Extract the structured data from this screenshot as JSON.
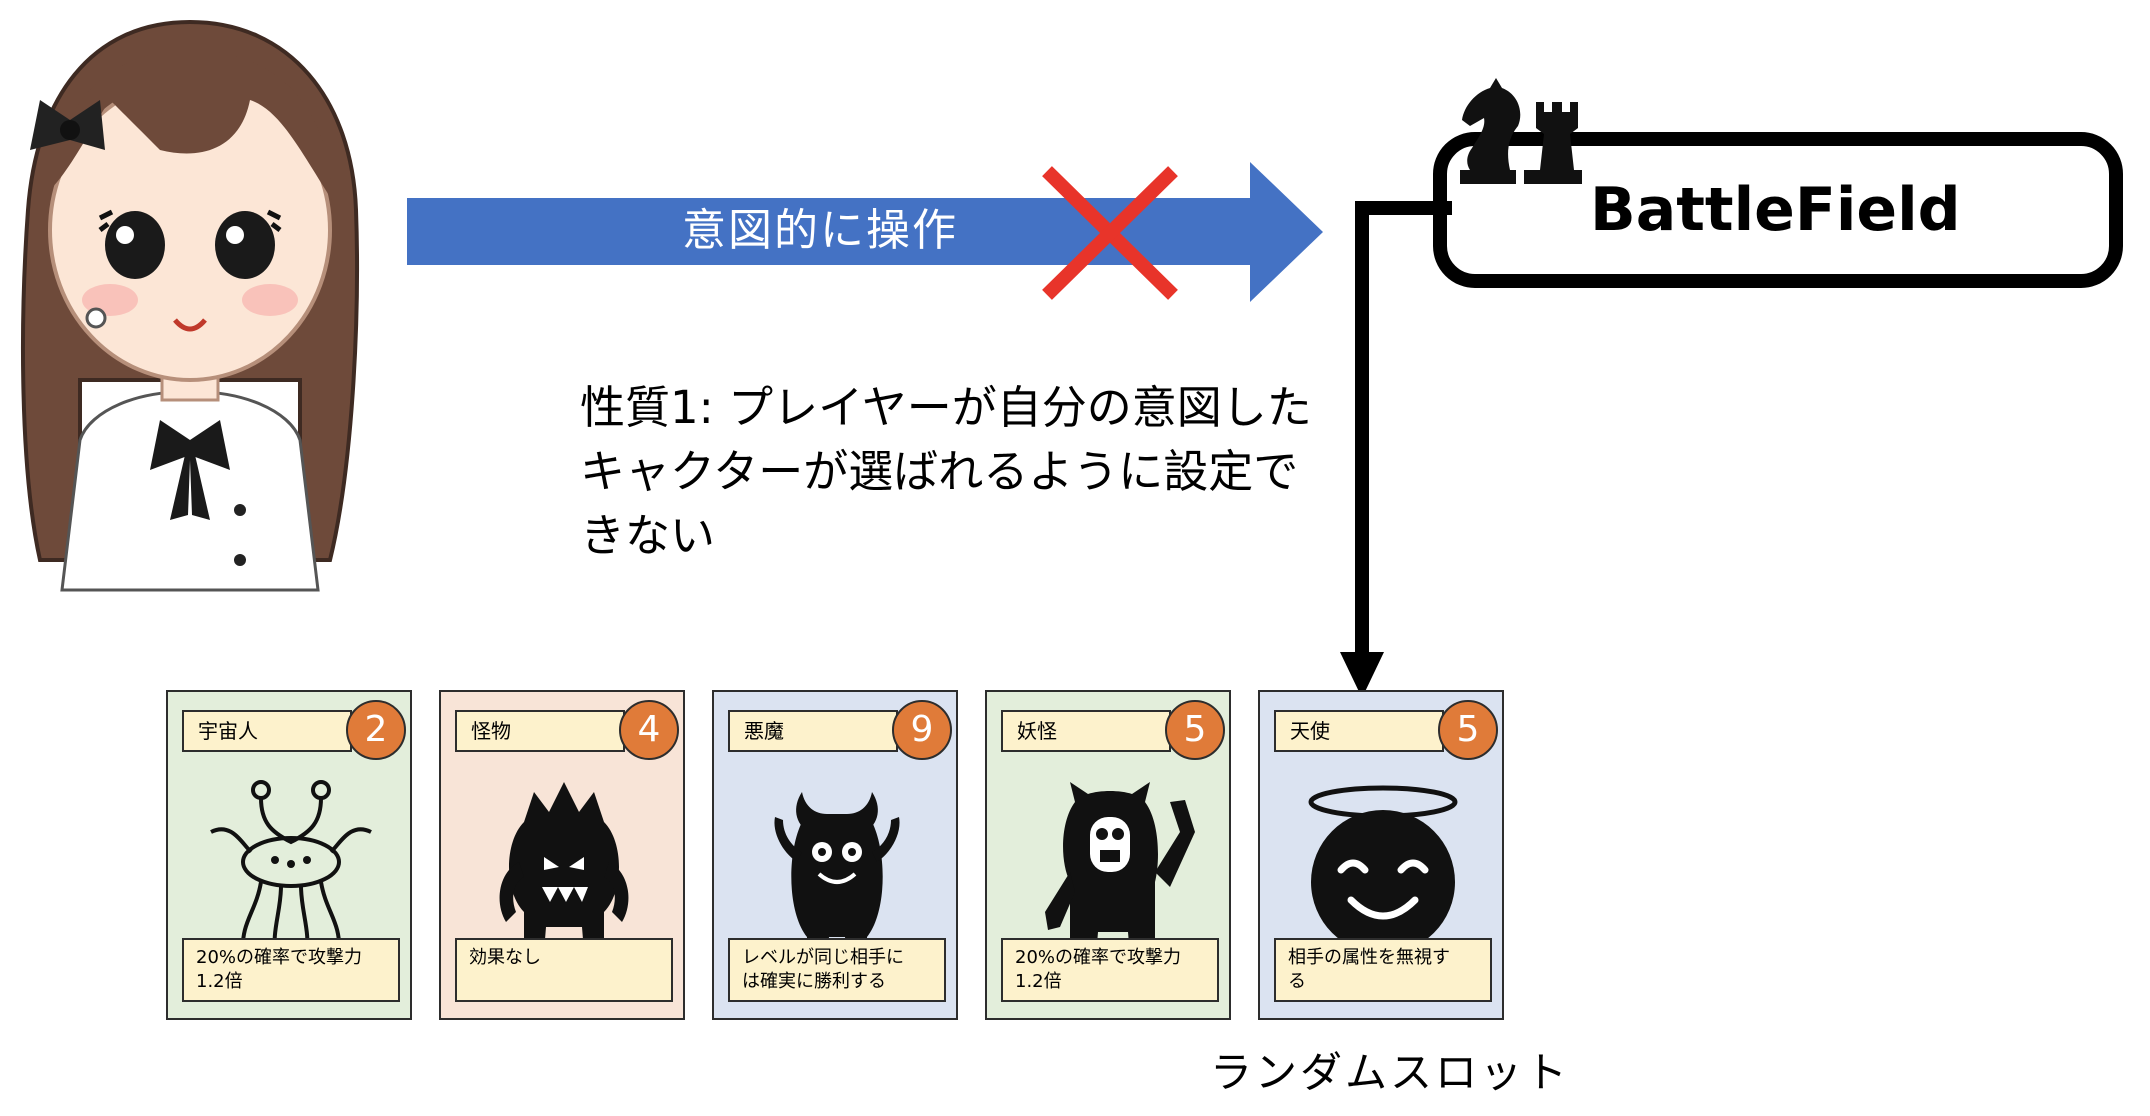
{
  "arrow_label": "意図的に操作",
  "battlefield": {
    "title": "BattleField"
  },
  "note": {
    "lines": [
      "性質1: プレイヤーが自分の意図した",
      "キャクターが選ばれるように設定で",
      "きない"
    ]
  },
  "cards": [
    {
      "name": "宇宙人",
      "level": "2",
      "desc": "20%の確率で攻撃力\n1.2倍",
      "bg": "#e3eedb",
      "icon": "flying-spaghetti-alien-icon"
    },
    {
      "name": "怪物",
      "level": "4",
      "desc": "効果なし",
      "bg": "#f8e4d7",
      "icon": "monster-icon"
    },
    {
      "name": "悪魔",
      "level": "9",
      "desc": "レベルが同じ相手に\nは確実に勝利する",
      "bg": "#dbe3f1",
      "icon": "devil-icon"
    },
    {
      "name": "妖怪",
      "level": "5",
      "desc": "20%の確率で攻撃力\n1.2倍",
      "bg": "#e3eedb",
      "icon": "yokai-icon"
    },
    {
      "name": "天使",
      "level": "5",
      "desc": "相手の属性を無視す\nる",
      "bg": "#dbe3f1",
      "icon": "angel-icon"
    }
  ],
  "slot_label": "ランダムスロット",
  "colors": {
    "arrow": "#4472c4",
    "cross": "#e8342a",
    "level_badge": "#e07b39",
    "name_box": "#fdf2cc"
  }
}
